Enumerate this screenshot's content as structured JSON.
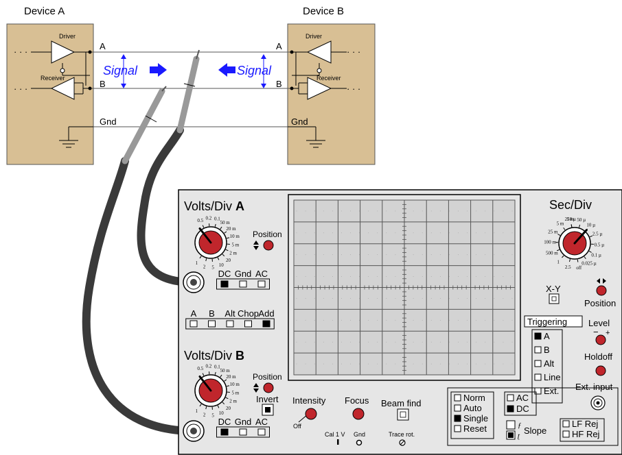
{
  "devices": {
    "a": {
      "title": "Device A",
      "driver": "Driver",
      "receiver": "Receiver",
      "line_a": "A",
      "line_b": "B",
      "gnd": "Gnd",
      "dots": "· · ·"
    },
    "b": {
      "title": "Device B",
      "driver": "Driver",
      "receiver": "Receiver",
      "line_a": "A",
      "line_b": "B",
      "gnd": "Gnd",
      "dots": "· · ·"
    }
  },
  "signal": {
    "left": "Signal",
    "right": "Signal"
  },
  "scope": {
    "ch_a": {
      "volts_div": "Volts/Div",
      "channel": "A",
      "position": "Position",
      "dial": [
        "0.5",
        "0.2",
        "0.1",
        "50 m",
        "20 m",
        "10 m",
        "5 m",
        "2 m",
        "20",
        "10",
        "5",
        "2",
        "1"
      ],
      "coupling": [
        "DC",
        "Gnd",
        "AC"
      ]
    },
    "ch_b": {
      "volts_div": "Volts/Div",
      "channel": "B",
      "position": "Position",
      "invert": "Invert",
      "dial": [
        "0.5",
        "0.2",
        "0.1",
        "50 m",
        "20 m",
        "10 m",
        "5 m",
        "2 m",
        "20",
        "10",
        "5",
        "2",
        "1"
      ],
      "coupling": [
        "DC",
        "Gnd",
        "AC"
      ]
    },
    "mode": [
      "A",
      "B",
      "Alt",
      "Chop",
      "Add"
    ],
    "sec_div": {
      "title": "Sec/Div",
      "dial": [
        "250 µ",
        "50 µ",
        "10 µ",
        "2.5 µ",
        "0.5 µ",
        "0.1 µ",
        "0.025 µ",
        "off",
        "2.5",
        "1",
        "500 m",
        "100 m",
        "25 m",
        "5 m",
        "1 m"
      ]
    },
    "xy": "X-Y",
    "position_h": "Position",
    "triggering": {
      "title": "Triggering",
      "sources": [
        "A",
        "B",
        "Alt",
        "Line",
        "Ext."
      ]
    },
    "level": {
      "label": "Level",
      "minus": "−",
      "plus": "+"
    },
    "holdoff": "Holdoff",
    "ext_input": "Ext. input",
    "intensity": {
      "label": "Intensity",
      "off": "Off"
    },
    "focus": "Focus",
    "beam_find": "Beam find",
    "cal": "Cal 1 V",
    "gnd": "Gnd",
    "trace_rot": "Trace rot.",
    "sweep": [
      "Norm",
      "Auto",
      "Single",
      "Reset"
    ],
    "trig_coupling": [
      "AC",
      "DC"
    ],
    "slope": "Slope",
    "filters": [
      "LF Rej",
      "HF Rej"
    ],
    "colors": {
      "panel": "#e6e6e6",
      "knob": "#c0262c",
      "device": "#d8bf94",
      "signal": "#1a1aff",
      "probe": "#3a3a3a"
    }
  }
}
